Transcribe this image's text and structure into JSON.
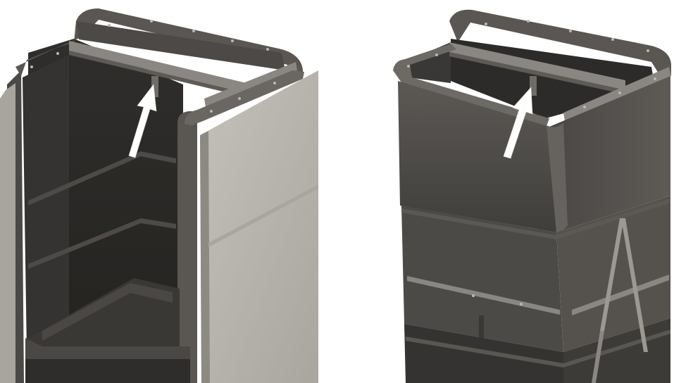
{
  "figure": {
    "panels": [
      {
        "id": "left",
        "view": "cutaway-interior",
        "has_concrete_wall": true,
        "arrow": {
          "direction": "up-right"
        }
      },
      {
        "id": "right",
        "view": "exterior",
        "has_diagonal_brace": true,
        "arrow": {
          "direction": "up-right"
        }
      }
    ],
    "colors": {
      "background": "#ffffff",
      "tank_dark": "#3c3a38",
      "tank_mid": "#5a5753",
      "tank_light": "#77736e",
      "tank_rim": "#6d6964",
      "interior": "#2b2a29",
      "concrete": "#b9b6b0",
      "concrete_shade": "#a7a39d",
      "rail": "#8c8883",
      "arrow": "#ffffff"
    }
  }
}
